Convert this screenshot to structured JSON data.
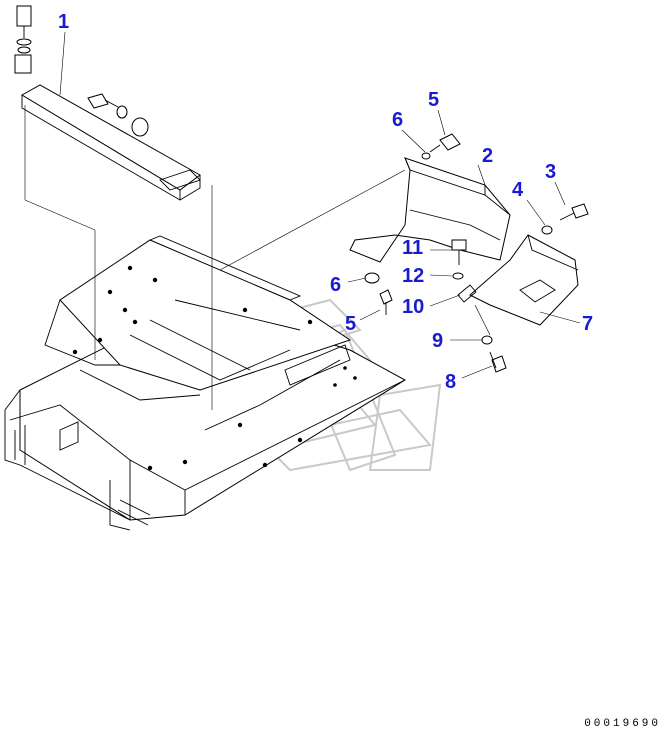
{
  "callouts": [
    {
      "id": "c1",
      "label": "1"
    },
    {
      "id": "c2",
      "label": "2"
    },
    {
      "id": "c3",
      "label": "3"
    },
    {
      "id": "c4",
      "label": "4"
    },
    {
      "id": "c5a",
      "label": "5"
    },
    {
      "id": "c5b",
      "label": "5"
    },
    {
      "id": "c6a",
      "label": "6"
    },
    {
      "id": "c6b",
      "label": "6"
    },
    {
      "id": "c7",
      "label": "7"
    },
    {
      "id": "c8",
      "label": "8"
    },
    {
      "id": "c9",
      "label": "9"
    },
    {
      "id": "c10",
      "label": "10"
    },
    {
      "id": "c11",
      "label": "11"
    },
    {
      "id": "c12",
      "label": "12"
    }
  ],
  "drawing_number": "00019690",
  "colors": {
    "callout": "#1a1ad0",
    "line": "#000000",
    "watermark": "#c9c9c9"
  }
}
